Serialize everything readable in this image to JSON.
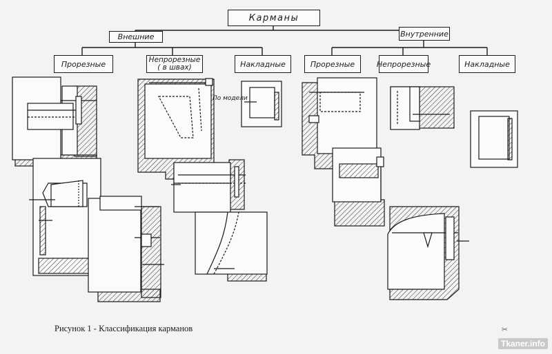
{
  "tree": {
    "root": "Карманы",
    "groups": [
      {
        "label": "Внешние",
        "types": [
          "Прорезные",
          "Непрорезные",
          "Накладные"
        ]
      },
      {
        "label": "Внутренние",
        "types": [
          "Прорезные",
          "Непрорезные",
          "Накладные"
        ]
      }
    ],
    "nonslit_sub": "( в швах)"
  },
  "annotation": "По модели",
  "caption": "Рисунок 1 -  Классификация карманов",
  "watermark": "Tkaner.info",
  "icons": {
    "scissors": "scissors-icon"
  },
  "colors": {
    "ink": "#1a1a1a",
    "paper": "#f3f3f3",
    "hatch": "#3a3a3a"
  }
}
